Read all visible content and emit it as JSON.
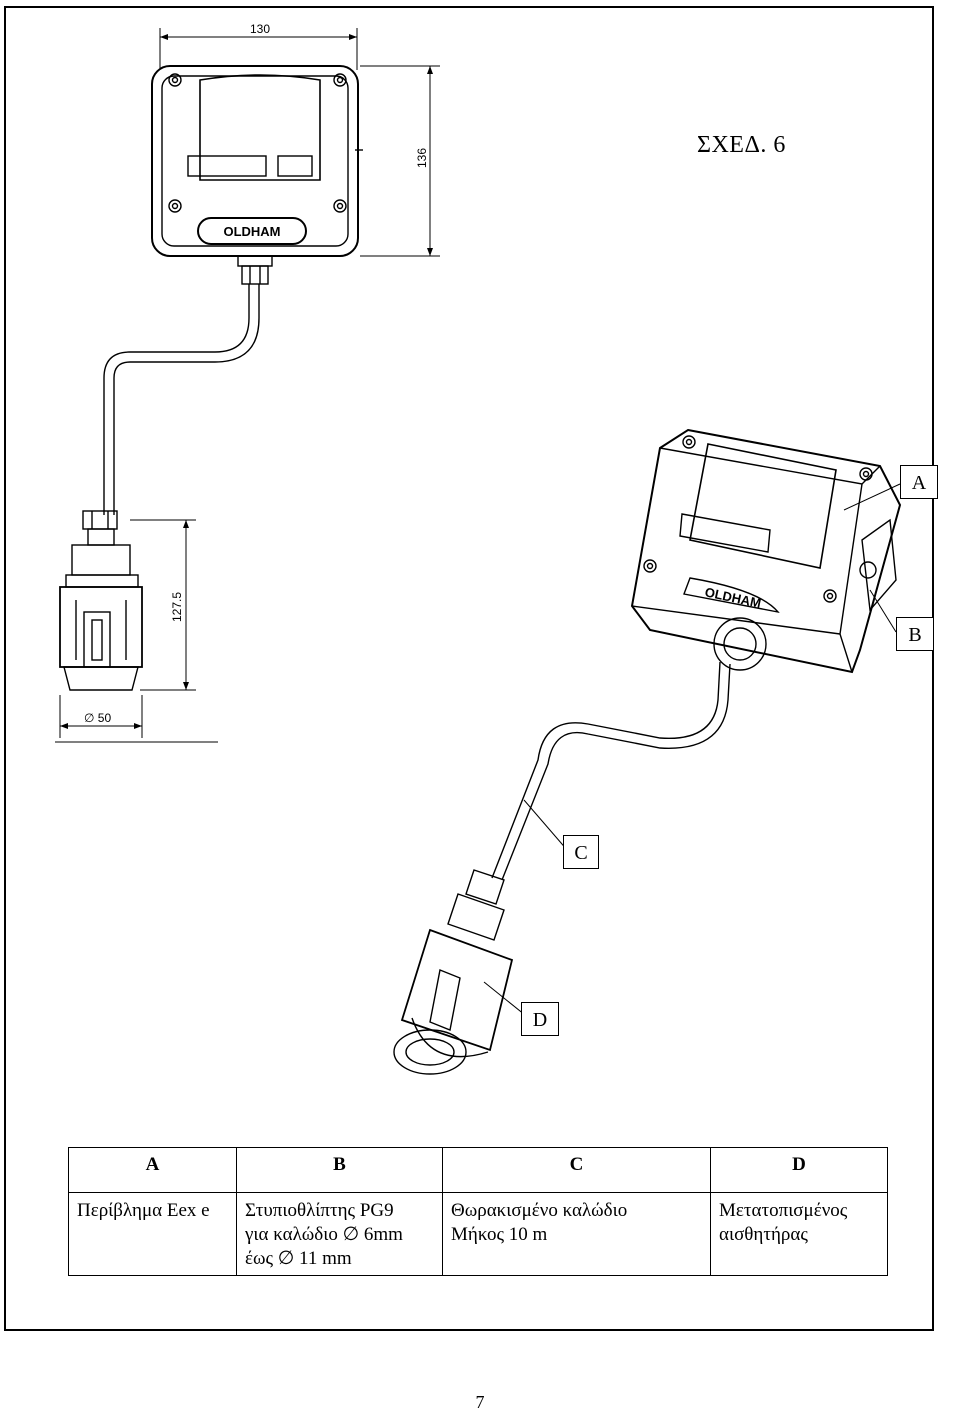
{
  "figure_title": "ΣΧΕΔ. 6",
  "dimensions": {
    "width_top": "130",
    "height_top": "136",
    "sensor_height": "127.5",
    "sensor_diameter": "∅ 50"
  },
  "brand_label": "OLDHAM",
  "callouts": {
    "a": "A",
    "b": "B",
    "c": "C",
    "d": "D"
  },
  "legend": {
    "headers": [
      "A",
      "B",
      "C",
      "D"
    ],
    "cells": {
      "a": [
        "Περίβλημα Eex e"
      ],
      "b": [
        "Στυπιοθλίπτης PG9",
        "για καλώδιο ∅ 6mm",
        "έως ∅ 11 mm"
      ],
      "c": [
        "Θωρακισμένο καλώδιο",
        "Μήκος 10 m"
      ],
      "d": [
        "Μετατοπισμένος",
        "αισθητήρας"
      ]
    }
  },
  "page_number": "7"
}
